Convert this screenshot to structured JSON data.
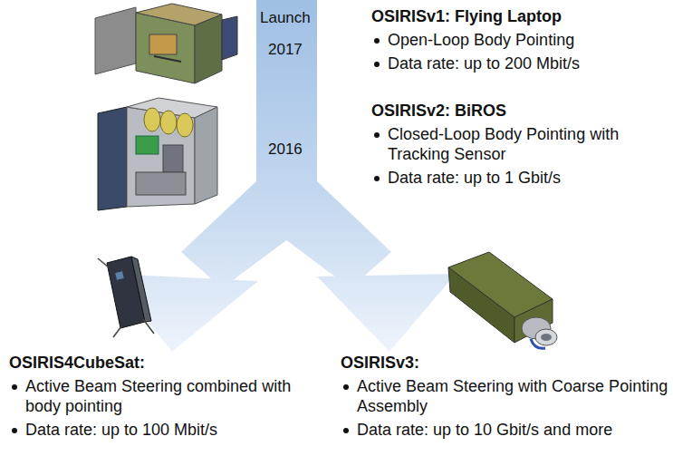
{
  "diagram": {
    "nodes": [
      {
        "text": [
          "OSIRISv1: Flying Laptop",
          "Open-Loop Body Pointing",
          "Data rate: up to 200 Mbit/s"
        ]
      },
      {
        "text": [
          "OSIRISv2: BiROS",
          "Closed-Loop Body Pointing with Tracking Sensor",
          "Data rate: up to 1 Gbit/s"
        ]
      },
      {
        "text": [
          "OSIRIS4CubeSat:",
          "Active Beam Steering combined with body pointing",
          "Data rate: up to 100 Mbit/s"
        ]
      },
      {
        "text": [
          "OSIRISv3:",
          "Active Beam Steering with Coarse Pointing Assembly",
          "Data rate: up to 10 Gbit/s and more"
        ]
      }
    ],
    "labels": [
      "Launch",
      "2017",
      "2016"
    ]
  }
}
